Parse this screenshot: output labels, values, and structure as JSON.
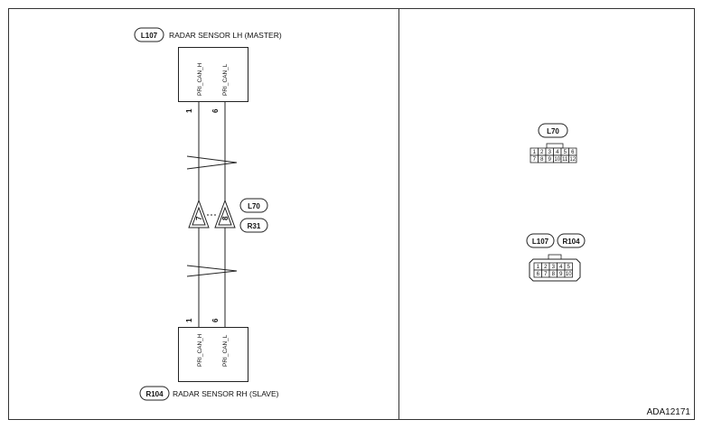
{
  "top_component": {
    "badge": "L107",
    "title": "RADAR SENSOR LH (MASTER)",
    "signals": [
      "PRI_CAN_H",
      "PRI_CAN_L"
    ],
    "pins": [
      "1",
      "6"
    ]
  },
  "bottom_component": {
    "badge": "R104",
    "title": "RADAR SENSOR RH (SLAVE)",
    "signals": [
      "PRI_CAN_H",
      "PRI_CAN_L"
    ],
    "pins": [
      "1",
      "6"
    ]
  },
  "joint_connector": {
    "pins": [
      "7",
      "8"
    ],
    "badges": [
      "L70",
      "R31"
    ]
  },
  "connector_views": [
    {
      "badges": [
        "L70"
      ],
      "rows": [
        [
          "1",
          "2",
          "3",
          "4",
          "5",
          "6"
        ],
        [
          "7",
          "8",
          "9",
          "10",
          "11",
          "12"
        ]
      ]
    },
    {
      "badges": [
        "L107",
        "R104"
      ],
      "rows": [
        [
          "1",
          "2",
          "3",
          "4",
          "5"
        ],
        [
          "6",
          "7",
          "8",
          "9",
          "10"
        ]
      ]
    }
  ],
  "figure_code": "ADA12171"
}
